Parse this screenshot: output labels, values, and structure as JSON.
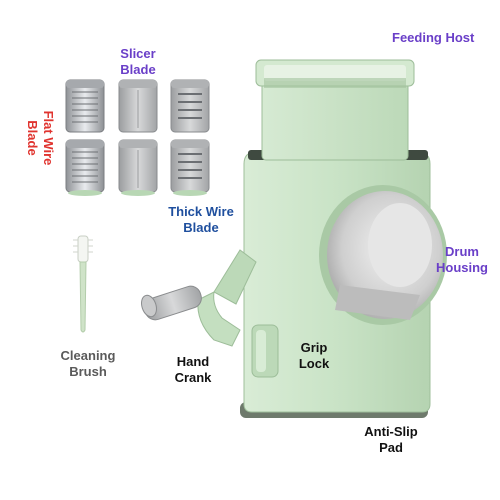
{
  "labels": {
    "feeding_host": "Feeding Host",
    "slicer_blade": [
      "Slicer",
      "Blade"
    ],
    "flat_wire_blade": [
      "Flat Wire",
      "Blade"
    ],
    "thick_wire_blade": [
      "Thick Wire",
      "Blade"
    ],
    "drum_housing": [
      "Drum",
      "Housing"
    ],
    "cleaning_brush": [
      "Cleaning",
      "Brush"
    ],
    "hand_crank": [
      "Hand",
      "Crank"
    ],
    "grip_lock": [
      "Grip",
      "Lock"
    ],
    "anti_slip_pad": [
      "Anti-Slip",
      "Pad"
    ]
  },
  "colors": {
    "body_green": "#cfe6cc",
    "body_shade": "#b7d4b4",
    "label_purple": "#6a3fc8",
    "label_blue": "#1f4f9e",
    "label_red": "#e0342f"
  }
}
